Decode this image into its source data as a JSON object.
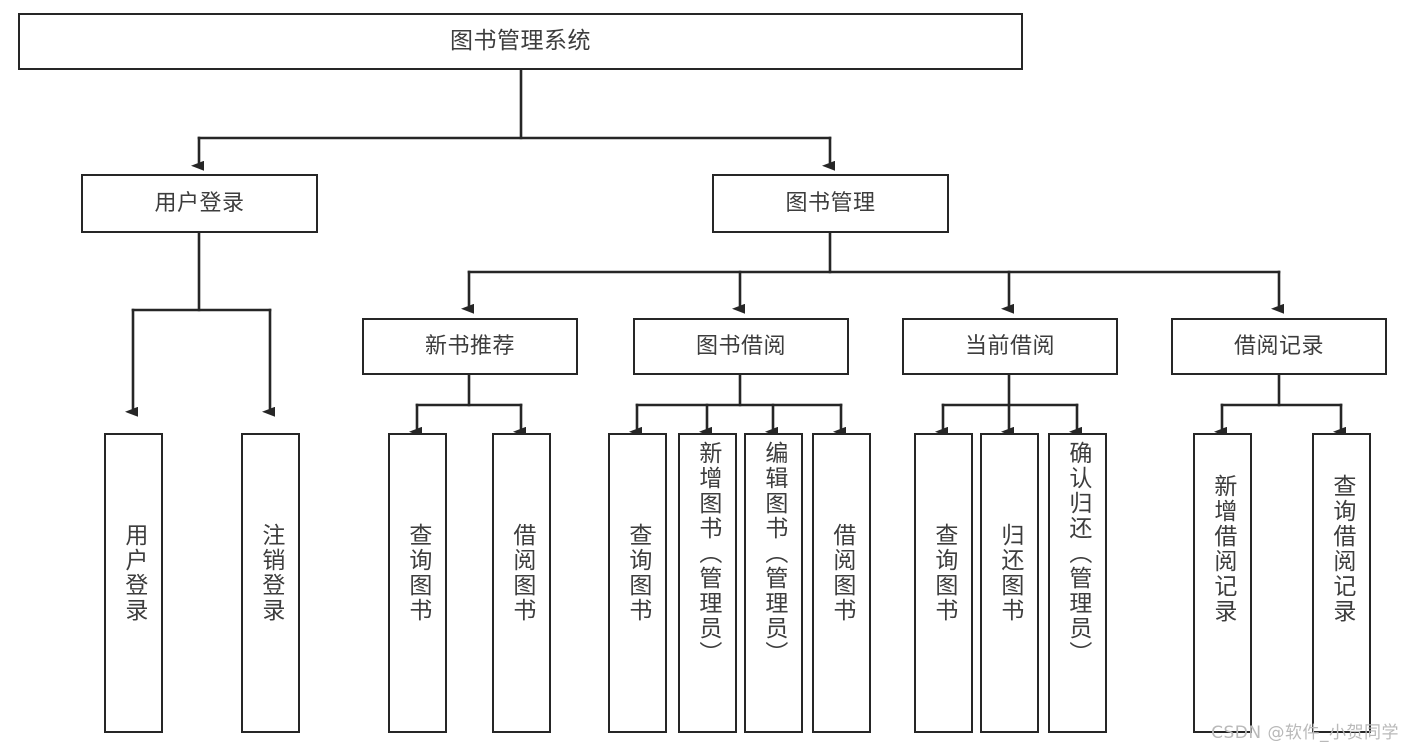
{
  "diagram": {
    "title": "图书管理系统",
    "watermark": "CSDN @软件_小贺同学",
    "stroke_color": "#262626",
    "text_color": "#3d3d3d",
    "background": "#ffffff",
    "watermark_color": "#b9b9b9"
  },
  "nodes": {
    "root": {
      "label": "图书管理系统"
    },
    "user_login": {
      "label": "用户登录"
    },
    "book_manage": {
      "label": "图书管理"
    },
    "new_book_rec": {
      "label": "新书推荐"
    },
    "book_borrow": {
      "label": "图书借阅"
    },
    "current_borrow": {
      "label": "当前借阅"
    },
    "borrow_record": {
      "label": "借阅记录"
    },
    "leaf_user_login": {
      "label": "用户登录"
    },
    "leaf_logout": {
      "label": "注销登录"
    },
    "leaf_query_book_1": {
      "label": "查询图书"
    },
    "leaf_borrow_book_1": {
      "label": "借阅图书"
    },
    "leaf_query_book_2": {
      "label": "查询图书"
    },
    "leaf_add_book": {
      "label": "新增图书（管理员）"
    },
    "leaf_edit_book": {
      "label": "编辑图书（管理员）"
    },
    "leaf_borrow_book_2": {
      "label": "借阅图书"
    },
    "leaf_query_book_3": {
      "label": "查询图书"
    },
    "leaf_return_book": {
      "label": "归还图书"
    },
    "leaf_confirm_return": {
      "label": "确认归还（管理员）"
    },
    "leaf_add_record": {
      "label": "新增借阅记录"
    },
    "leaf_query_record": {
      "label": "查询借阅记录"
    }
  },
  "chart_data": {
    "type": "diagram",
    "subtype": "tree",
    "title": "图书管理系统",
    "orientation": "top-down",
    "tree": {
      "label": "图书管理系统",
      "children": [
        {
          "label": "用户登录",
          "children": [
            {
              "label": "用户登录"
            },
            {
              "label": "注销登录"
            }
          ]
        },
        {
          "label": "图书管理",
          "children": [
            {
              "label": "新书推荐",
              "children": [
                {
                  "label": "查询图书"
                },
                {
                  "label": "借阅图书"
                }
              ]
            },
            {
              "label": "图书借阅",
              "children": [
                {
                  "label": "查询图书"
                },
                {
                  "label": "新增图书（管理员）"
                },
                {
                  "label": "编辑图书（管理员）"
                },
                {
                  "label": "借阅图书"
                }
              ]
            },
            {
              "label": "当前借阅",
              "children": [
                {
                  "label": "查询图书"
                },
                {
                  "label": "归还图书"
                },
                {
                  "label": "确认归还（管理员）"
                }
              ]
            },
            {
              "label": "借阅记录",
              "children": [
                {
                  "label": "新增借阅记录"
                },
                {
                  "label": "查询借阅记录"
                }
              ]
            }
          ]
        }
      ]
    }
  }
}
